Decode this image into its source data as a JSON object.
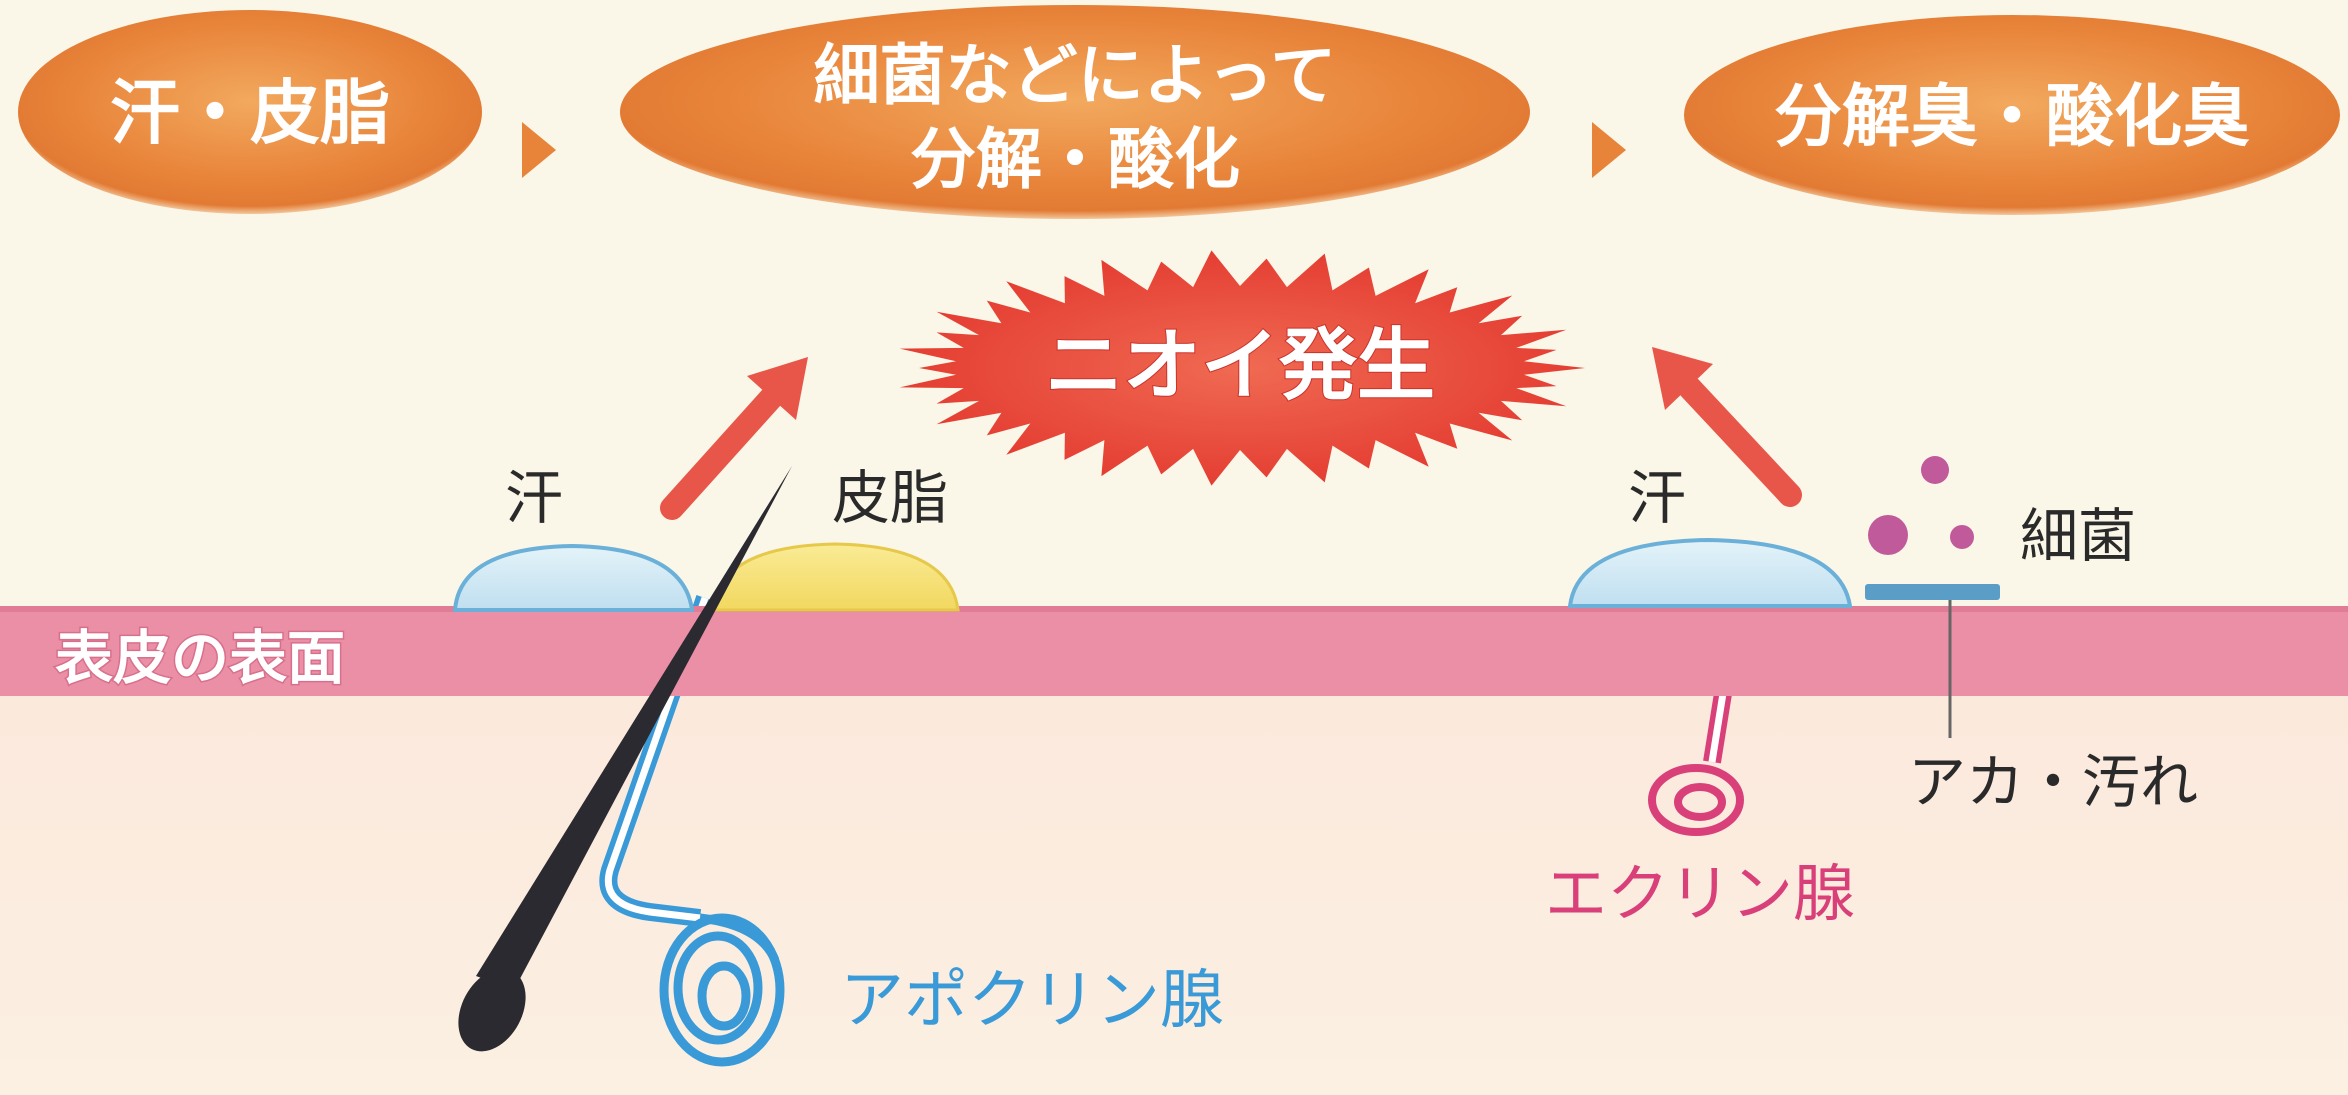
{
  "flow": {
    "step1": "汗・皮脂",
    "step2_line1": "細菌などによって",
    "step2_line2": "分解・酸化",
    "step3": "分解臭・酸化臭"
  },
  "burst": {
    "label": "ニオイ発生"
  },
  "labels": {
    "sweat_left": "汗",
    "sebum": "皮脂",
    "sweat_right": "汗",
    "bacteria": "細菌",
    "dirt": "アカ・汚れ",
    "eccrine": "エクリン腺",
    "apocrine": "アポクリン腺",
    "skin_surface": "表皮の表面"
  },
  "colors": {
    "flow_ellipse": "#e8843a",
    "burst": "#e8443a",
    "arrow": "#e8564a",
    "skin_band": "#ea8fa5",
    "sweat": "#d4eaf4",
    "sebum": "#f5e07a",
    "bacteria": "#c05a9a",
    "dirt": "#5a9ec8",
    "hair": "#2a2a30",
    "apocrine": "#3a9ad8",
    "eccrine": "#d9407a"
  }
}
